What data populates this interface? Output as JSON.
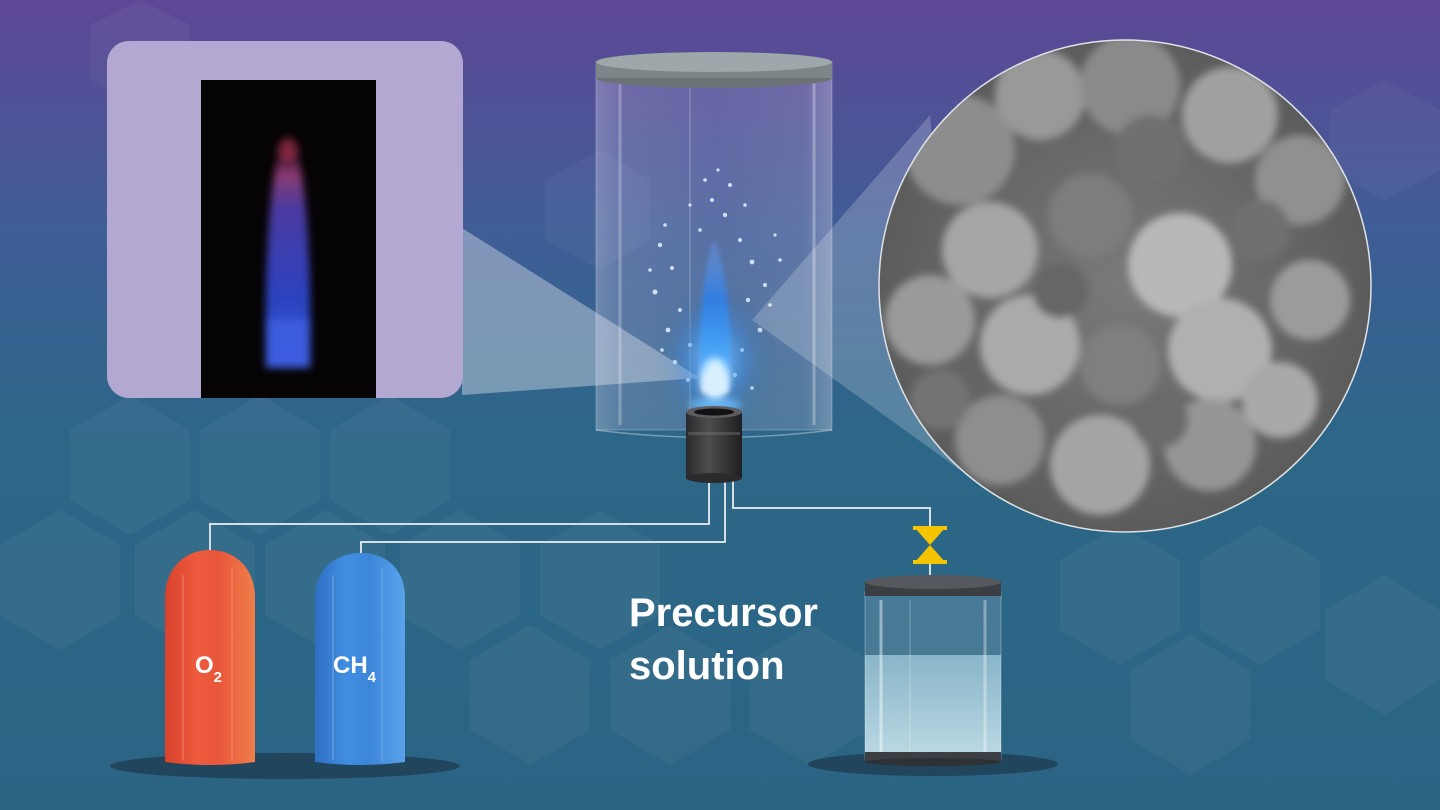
{
  "cylinders": {
    "oxygen": {
      "label": "O",
      "subscript": "2",
      "color": "#e8513a"
    },
    "methane": {
      "label": "CH",
      "subscript": "4",
      "color": "#3b86d8"
    }
  },
  "precursor": {
    "line1": "Precursor",
    "line2": "solution"
  },
  "colors": {
    "background_top": "#5b4693",
    "background_bottom": "#2a6786",
    "valve": "#f5c400",
    "flame_core": "#3aa0ff",
    "pipe": "#d6dde3"
  },
  "icons": {
    "valve": "valve-icon",
    "burner": "burner-icon",
    "flame": "flame-icon"
  }
}
